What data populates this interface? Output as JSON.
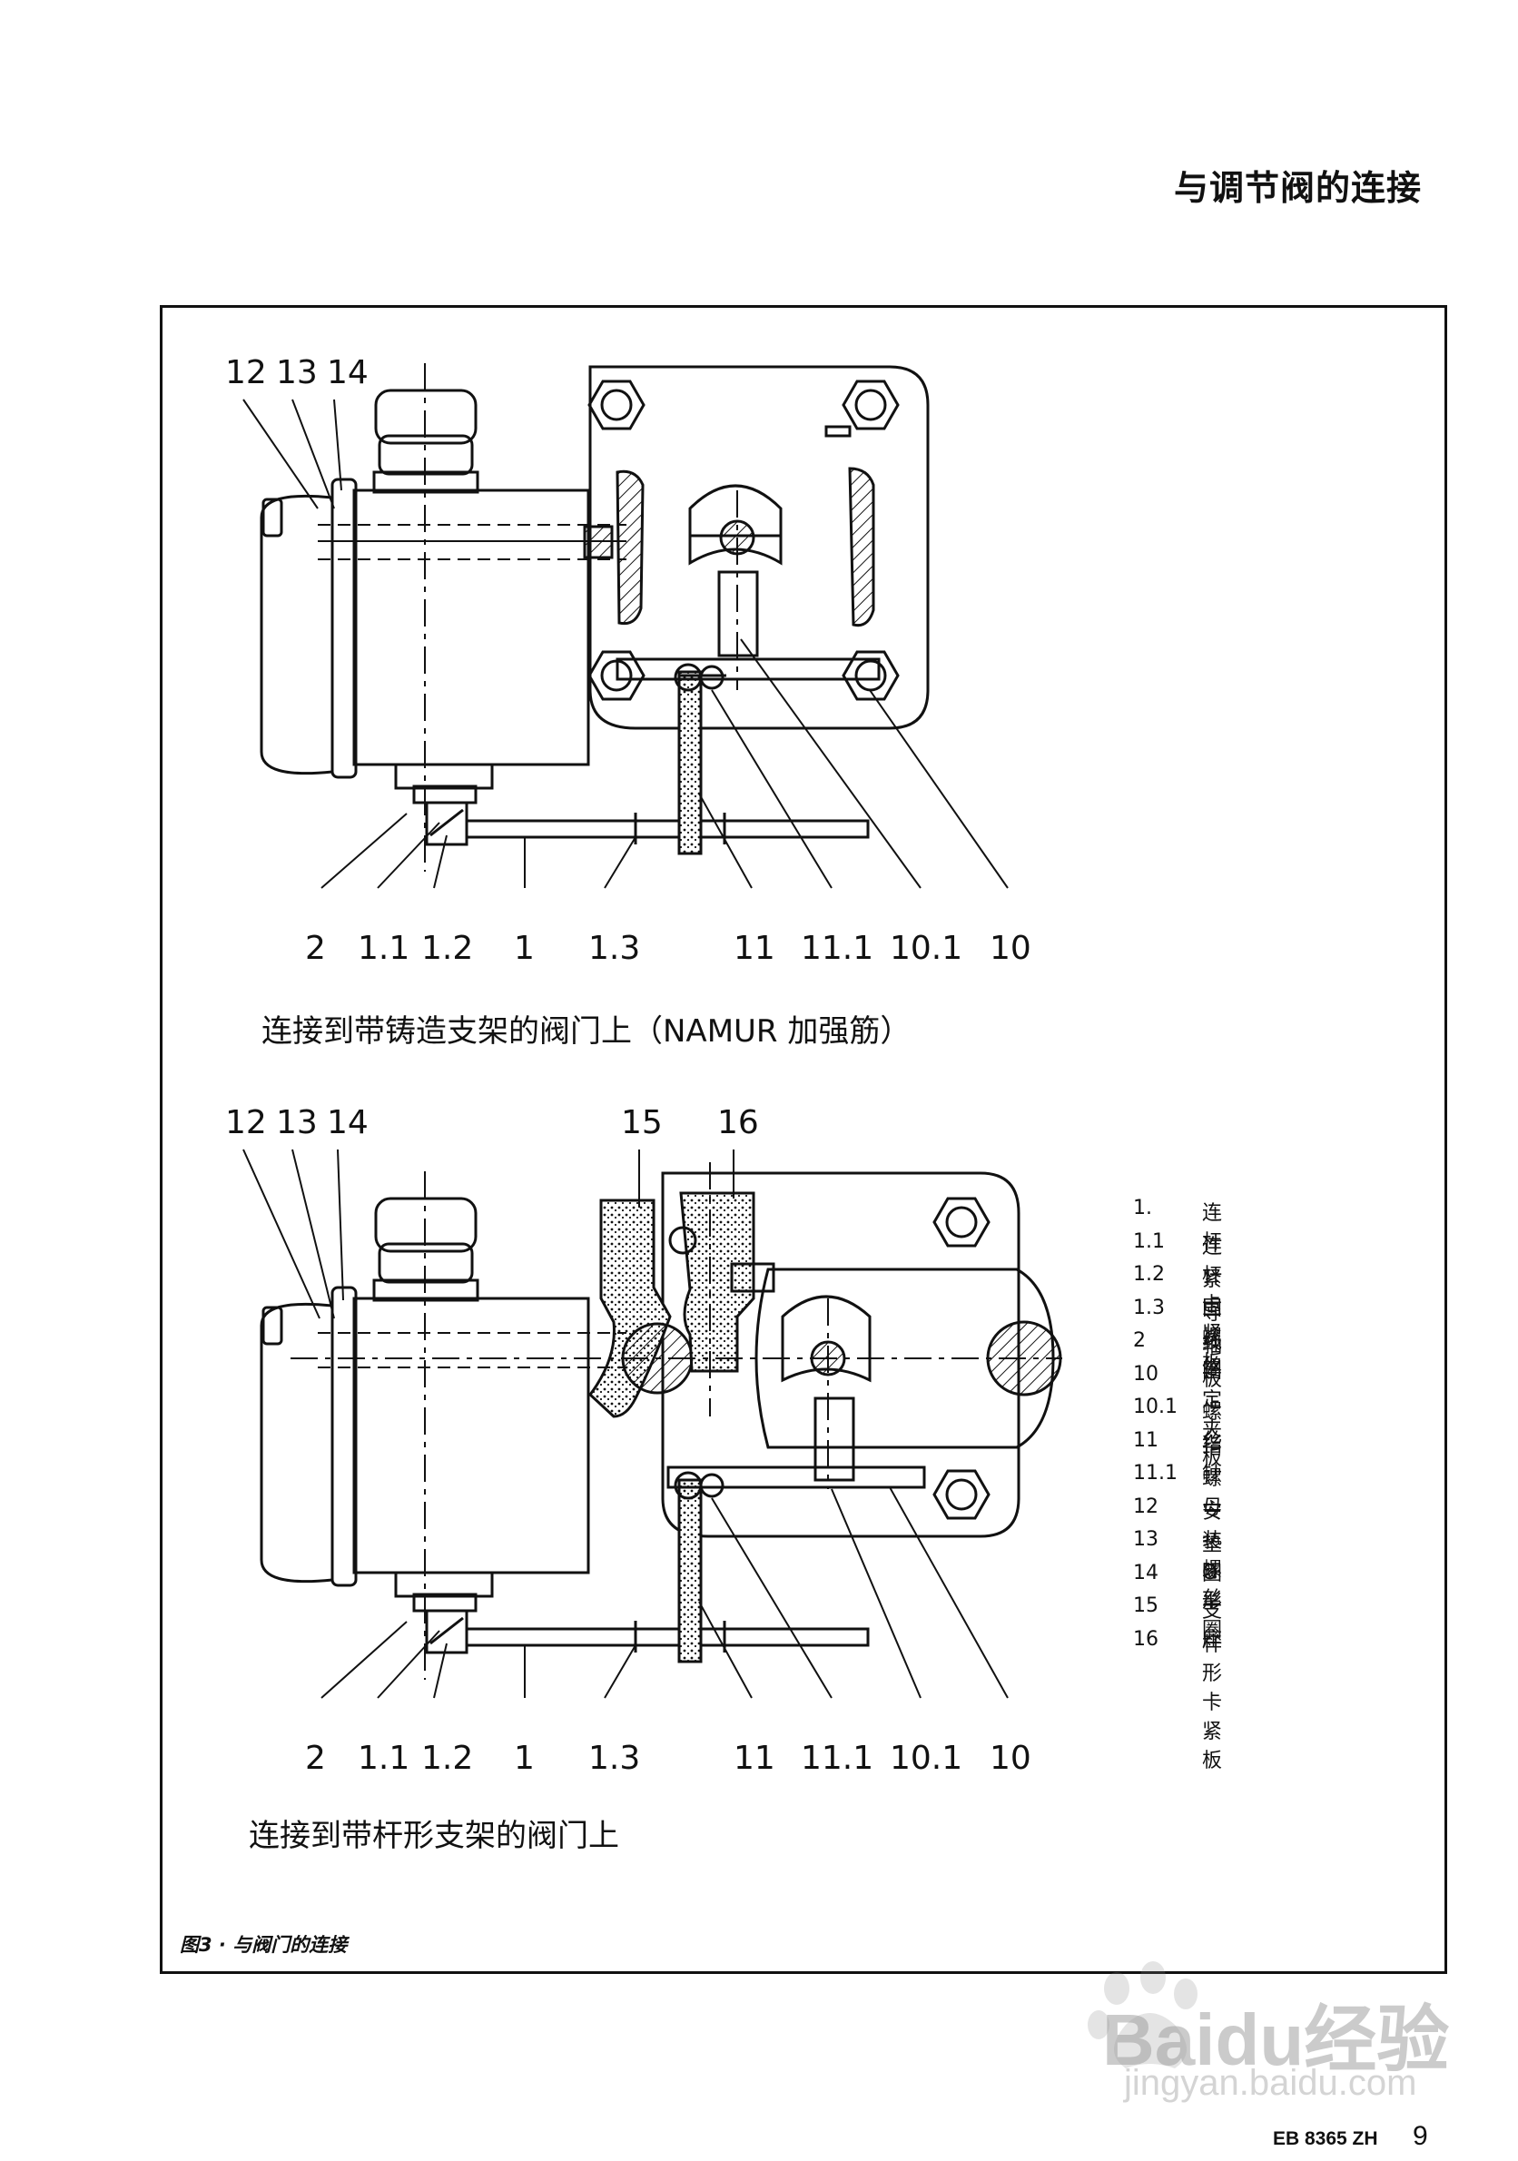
{
  "header": {
    "title": "与调节阀的连接"
  },
  "figure_top": {
    "labels_top": [
      "12",
      "13",
      "14"
    ],
    "labels_bottom": [
      "2",
      "1.1",
      "1.2",
      "1",
      "1.3",
      "11",
      "11.1",
      "10.1",
      "10"
    ],
    "caption": "连接到带铸造支架的阀门上（NAMUR 加强筋）"
  },
  "figure_bottom": {
    "labels_top": [
      "12",
      "13",
      "14",
      "15",
      "16"
    ],
    "labels_bottom": [
      "2",
      "1.1",
      "1.2",
      "1",
      "1.3",
      "11",
      "11.1",
      "10.1",
      "10"
    ],
    "caption": "连接到带杆形支架的阀门上"
  },
  "legend": [
    {
      "num": "1.",
      "text": "连杆"
    },
    {
      "num": "1.1",
      "text": "连杆卡紧板"
    },
    {
      "num": "1.2",
      "text": "紧固螺丝"
    },
    {
      "num": "1.3",
      "text": "导线固定夹板"
    },
    {
      "num": "2",
      "text": "轴"
    },
    {
      "num": "10",
      "text": "板"
    },
    {
      "num": "10.1",
      "text": "螺丝"
    },
    {
      "num": "11",
      "text": "指针"
    },
    {
      "num": "11.1",
      "text": "螺母"
    },
    {
      "num": "12",
      "text": "安装螺丝"
    },
    {
      "num": "13",
      "text": "垫圈"
    },
    {
      "num": "14",
      "text": "O形圈"
    },
    {
      "num": "15",
      "text": "支座"
    },
    {
      "num": "16",
      "text": "杆形卡紧板"
    }
  ],
  "figure_caption": "图3 · 与阀门的连接",
  "footer": {
    "doc": "EB 8365 ZH",
    "page": "9"
  },
  "watermark": {
    "brand": "Baidu经验",
    "url": "jingyan.baidu.com"
  }
}
